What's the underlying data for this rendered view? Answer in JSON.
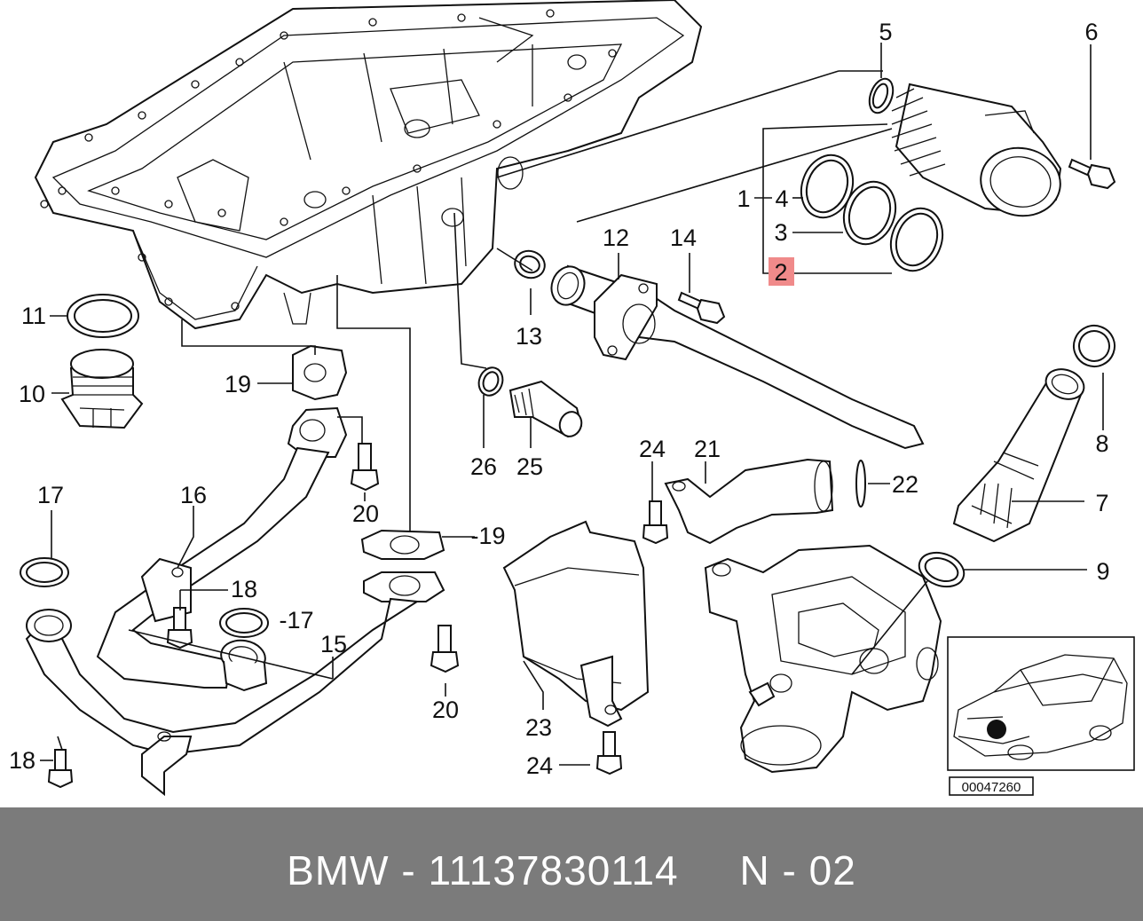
{
  "labels": {
    "p1": "1",
    "p2": "2",
    "p3": "3",
    "p4": "4",
    "p5": "5",
    "p6": "6",
    "p7": "7",
    "p8": "8",
    "p9": "9",
    "p10": "10",
    "p11": "11",
    "p12": "12",
    "p13": "13",
    "p14": "14",
    "p15": "15",
    "p16": "16",
    "p17a": "17",
    "p17b": "-17",
    "p18a": "18",
    "p18b": "18",
    "p19a": "19",
    "p19b": "-19",
    "p20a": "20",
    "p20b": "20",
    "p21": "21",
    "p22": "22",
    "p23": "23",
    "p24a": "24",
    "p24b": "24",
    "p25": "25",
    "p26": "26"
  },
  "highlight_part": "2",
  "highlight_color": "#f08a8a",
  "diagram_number": "00047260",
  "footer": {
    "text": "BMW - 11137830114     N - 02"
  }
}
